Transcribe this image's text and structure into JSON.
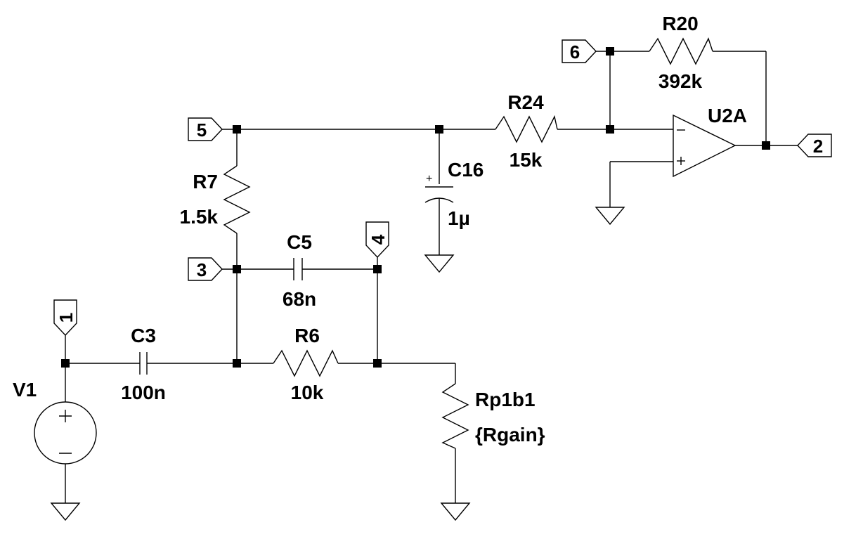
{
  "components": {
    "v1": {
      "name": "V1"
    },
    "c3": {
      "name": "C3",
      "value": "100n"
    },
    "r6": {
      "name": "R6",
      "value": "10k"
    },
    "r7": {
      "name": "R7",
      "value": "1.5k"
    },
    "c5": {
      "name": "C5",
      "value": "68n"
    },
    "c16": {
      "name": "C16",
      "value": "1µ"
    },
    "r24": {
      "name": "R24",
      "value": "15k"
    },
    "r20": {
      "name": "R20",
      "value": "392k"
    },
    "u2a": {
      "name": "U2A"
    },
    "rp1b1": {
      "name": "Rp1b1",
      "value": "{Rgain}"
    }
  },
  "ports": {
    "p1": "1",
    "p2": "2",
    "p3": "3",
    "p4": "4",
    "p5": "5",
    "p6": "6"
  },
  "symbols": {
    "plus": "+",
    "minus": "−"
  }
}
